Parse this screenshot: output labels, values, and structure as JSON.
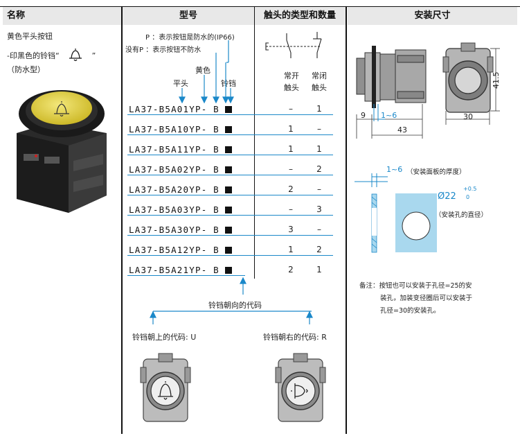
{
  "headers": {
    "name": "名称",
    "model": "型号",
    "contact": "触头的类型和数量",
    "install": "安装尺寸"
  },
  "product": {
    "line1": "黄色平头按钮",
    "line2a": "-印黑色的铃铛“",
    "line2b": "”",
    "line3": "（防水型）"
  },
  "legend": {
    "p_line": "P ：表示按钮是防水的(IP66)",
    "no_p_line": "没有P ：表示按钮不防水",
    "yellow": "黄色",
    "flat": "平头",
    "bell": "铃铛"
  },
  "contact_labels": {
    "no_1": "常开",
    "no_2": "触头",
    "nc_1": "常闭",
    "nc_2": "触头"
  },
  "rows": [
    {
      "model": "LA37-B5A01YP- B",
      "no": "–",
      "nc": "1"
    },
    {
      "model": "LA37-B5A10YP- B",
      "no": "1",
      "nc": "–"
    },
    {
      "model": "LA37-B5A11YP- B",
      "no": "1",
      "nc": "1"
    },
    {
      "model": "LA37-B5A02YP- B",
      "no": "–",
      "nc": "2"
    },
    {
      "model": "LA37-B5A20YP- B",
      "no": "2",
      "nc": "–"
    },
    {
      "model": "LA37-B5A03YP- B",
      "no": "–",
      "nc": "3"
    },
    {
      "model": "LA37-B5A30YP- B",
      "no": "3",
      "nc": "–"
    },
    {
      "model": "LA37-B5A12YP- B",
      "no": "1",
      "nc": "2"
    },
    {
      "model": "LA37-B5A21YP- B",
      "no": "2",
      "nc": "1"
    }
  ],
  "orientation": {
    "title": "铃铛朝向的代码",
    "up": "铃铛朝上的代码: U",
    "right": "铃铛朝右的代码: R"
  },
  "dims": {
    "d9": "9",
    "d1_6": "1~6",
    "d43": "43",
    "d30": "30",
    "d41_5": "41.5",
    "panel_range": "1~6",
    "panel_note": "（安装面板的厚度）",
    "hole_dia": "Ø22",
    "tol_plus": "+0.5",
    "tol_zero": "0",
    "hole_note": "（安装孔的直径）"
  },
  "remark": {
    "line1": "备注：按钮也可以安装于孔径=25的安",
    "line2": "装孔，加装变径圈后可以安装于",
    "line3": "孔径=30的安装孔。"
  },
  "colors": {
    "accent": "#1a88c9",
    "header_bg": "#e8e8e8",
    "button_yellow": "#e8d84a",
    "panel_blue": "#a9d8ee"
  }
}
